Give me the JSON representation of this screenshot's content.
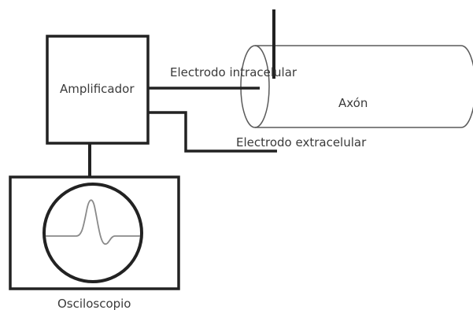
{
  "labels": {
    "amplifier": "Amplificador",
    "intracellular_electrode": "Electrodo intracelular",
    "axon": "Axón",
    "extracellular_electrode": "Electrodo extracelular",
    "oscilloscope": "Osciloscopio"
  },
  "colors": {
    "line": "#222222",
    "axon_outline": "#5a5a5a",
    "trace": "#8a8a8a",
    "text": "#3a3a3a",
    "background": "#ffffff"
  }
}
